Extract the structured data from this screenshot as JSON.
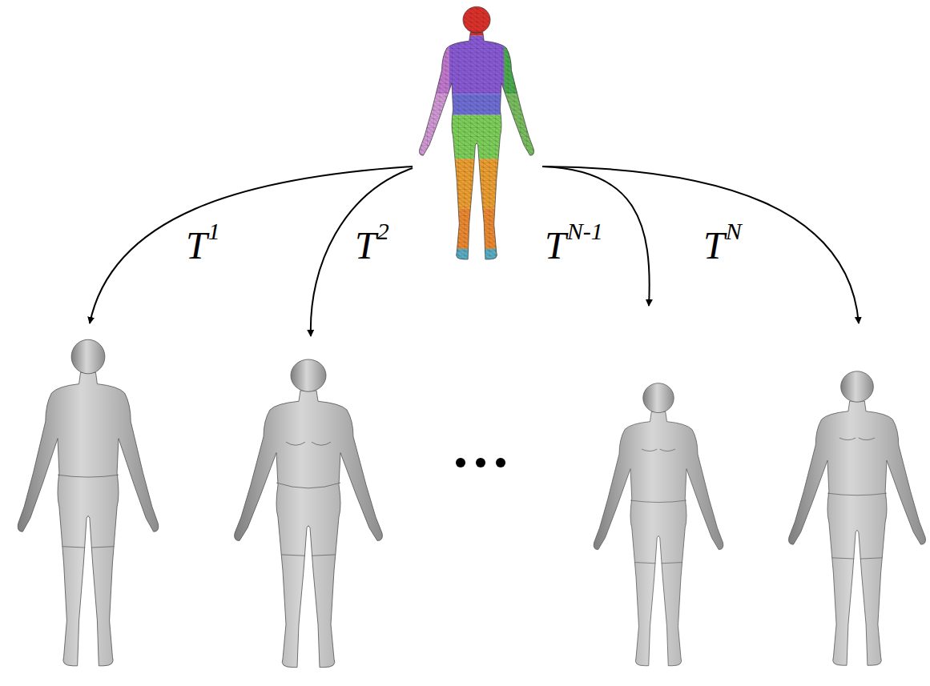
{
  "diagram": {
    "labels": [
      "T",
      "1",
      "T",
      "2",
      "T",
      "N-1",
      "T",
      "N"
    ]
  }
}
